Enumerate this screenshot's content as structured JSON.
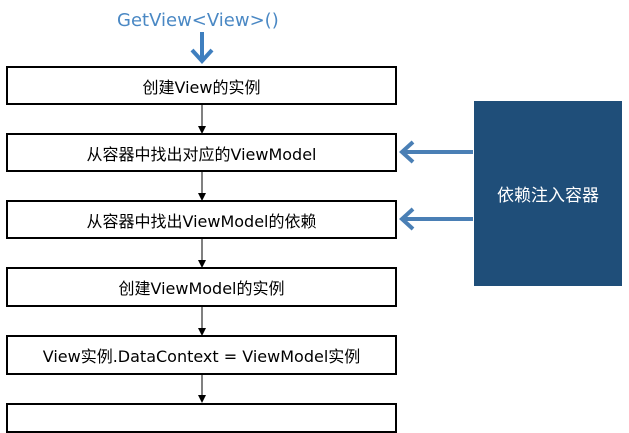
{
  "title": "GetView<View>()",
  "steps": [
    "创建View的实例",
    "从容器中找出对应的ViewModel",
    "从容器中找出ViewModel的依赖",
    "创建ViewModel的实例",
    "View实例.DataContext = ViewModel实例"
  ],
  "container_label": "依赖注入容器",
  "colors": {
    "title": "#4a88c4",
    "container": "#1f4e79",
    "arrow_blue": "#4a7fb5",
    "border": "#000000"
  }
}
